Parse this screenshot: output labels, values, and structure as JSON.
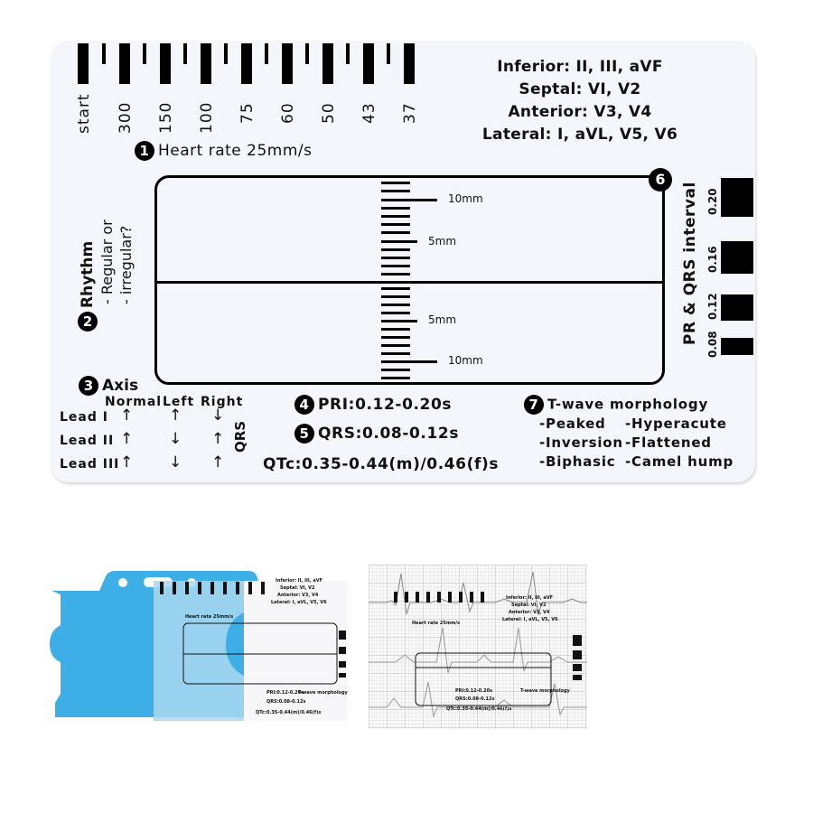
{
  "heart_rate_ruler": {
    "labels": [
      "start",
      "300",
      "150",
      "100",
      "75",
      "60",
      "50",
      "43",
      "37"
    ],
    "title_number": "1",
    "title": "Heart rate 25mm/s"
  },
  "leads_legend": {
    "lines": [
      "Inferior: II, III, aVF",
      "Septal: VI, V2",
      "Anterior: V3, V4",
      "Lateral: I, aVL, V5, V6"
    ]
  },
  "rhythm": {
    "number": "2",
    "title": "Rhythm",
    "line1": "- Regular or",
    "line2": "- irregular?"
  },
  "measure_box": {
    "number": "6",
    "marks": [
      "10mm",
      "5mm",
      "5mm",
      "10mm"
    ]
  },
  "interval_ruler": {
    "title": "PR & QRS interval",
    "labels": [
      "0.20",
      "0.16",
      "0.12",
      "0.08"
    ]
  },
  "axis": {
    "number": "3",
    "title": "Axis",
    "columns": [
      "Normal",
      "Left",
      "Right"
    ],
    "side_label": "QRS",
    "rows": [
      {
        "lead": "Lead I",
        "arrows": [
          "↑",
          "↑",
          "↓"
        ]
      },
      {
        "lead": "Lead II",
        "arrows": [
          "↑",
          "↓",
          "↑"
        ]
      },
      {
        "lead": "Lead III",
        "arrows": [
          "↑",
          "↓",
          "↑"
        ]
      }
    ]
  },
  "intervals": {
    "pri_number": "4",
    "pri": "PRI:0.12-0.20s",
    "qrs_number": "5",
    "qrs": "QRS:0.08-0.12s",
    "qtc": "QTc:0.35-0.44(m)/0.46(f)s"
  },
  "twave": {
    "number": "7",
    "title": "T-wave morphology",
    "items": [
      "-Peaked",
      "-Hyperacute",
      "-Inversion",
      "-Flattened",
      "-Biphasic",
      "-Camel  hump"
    ]
  },
  "colors": {
    "holder_blue": "#3eaee6",
    "card_bg": "#f5f5fc"
  }
}
